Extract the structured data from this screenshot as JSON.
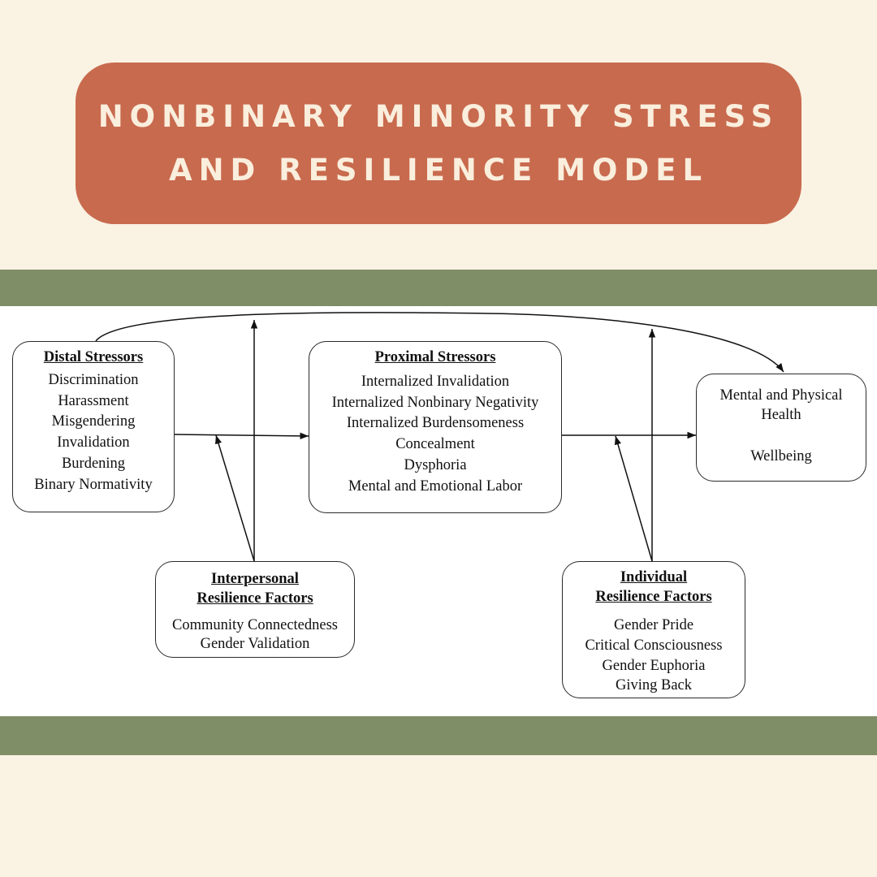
{
  "title": {
    "lines": [
      "Nonbinary Minority Stress",
      "and Resilience Model"
    ]
  },
  "colors": {
    "background": "#FAF2E3",
    "banner": "#C86A4E",
    "banner_text": "#FAEEDD",
    "stripe": "#7F8E66",
    "panel": "#FFFFFF"
  },
  "diagram": {
    "nodes": {
      "distal": {
        "heading": [
          "Distal Stressors"
        ],
        "items": [
          "Discrimination",
          "Harassment",
          "Misgendering",
          "Invalidation",
          "Burdening",
          "Binary Normativity"
        ]
      },
      "proximal": {
        "heading": [
          "Proximal Stressors"
        ],
        "items": [
          "Internalized Invalidation",
          "Internalized Nonbinary Negativity",
          "Internalized Burdensomeness",
          "Concealment",
          "Dysphoria",
          "Mental and Emotional Labor"
        ]
      },
      "health": {
        "items": [
          "Mental and Physical",
          "Health",
          "",
          "Wellbeing"
        ]
      },
      "interpersonal": {
        "heading": [
          "Interpersonal",
          "Resilience Factors"
        ],
        "items": [
          "Community Connectedness",
          "Gender Validation"
        ]
      },
      "individual": {
        "heading": [
          "Individual",
          "Resilience Factors"
        ],
        "items": [
          "Gender Pride",
          "Critical Consciousness",
          "Gender Euphoria",
          "Giving Back"
        ]
      }
    },
    "edges": [
      {
        "from": "distal",
        "to": "proximal"
      },
      {
        "from": "proximal",
        "to": "health"
      },
      {
        "from": "distal",
        "to": "health"
      },
      {
        "from": "interpersonal",
        "to": "distal-proximal-link"
      },
      {
        "from": "interpersonal",
        "to": "distal-health-link"
      },
      {
        "from": "individual",
        "to": "proximal-health-link"
      },
      {
        "from": "individual",
        "to": "distal-health-link"
      }
    ]
  }
}
